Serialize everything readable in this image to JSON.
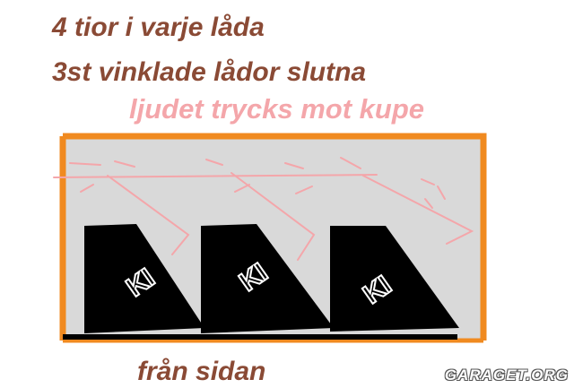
{
  "heading": {
    "line1": "4 tior i varje låda",
    "line2": "3st vinklade lådor slutna",
    "line3": "ljudet trycks mot kupe"
  },
  "caption": "från sidan",
  "watermark": "GARAGET.ORG",
  "boxes": [
    {
      "label": "KI"
    },
    {
      "label": "KI"
    },
    {
      "label": "KI"
    }
  ],
  "colors": {
    "frame": "#f08a20",
    "cabin": "#d9d9d9",
    "box": "#000000",
    "sound_arrows": "#f4a6aa",
    "heading_text": "#8a4a35"
  }
}
